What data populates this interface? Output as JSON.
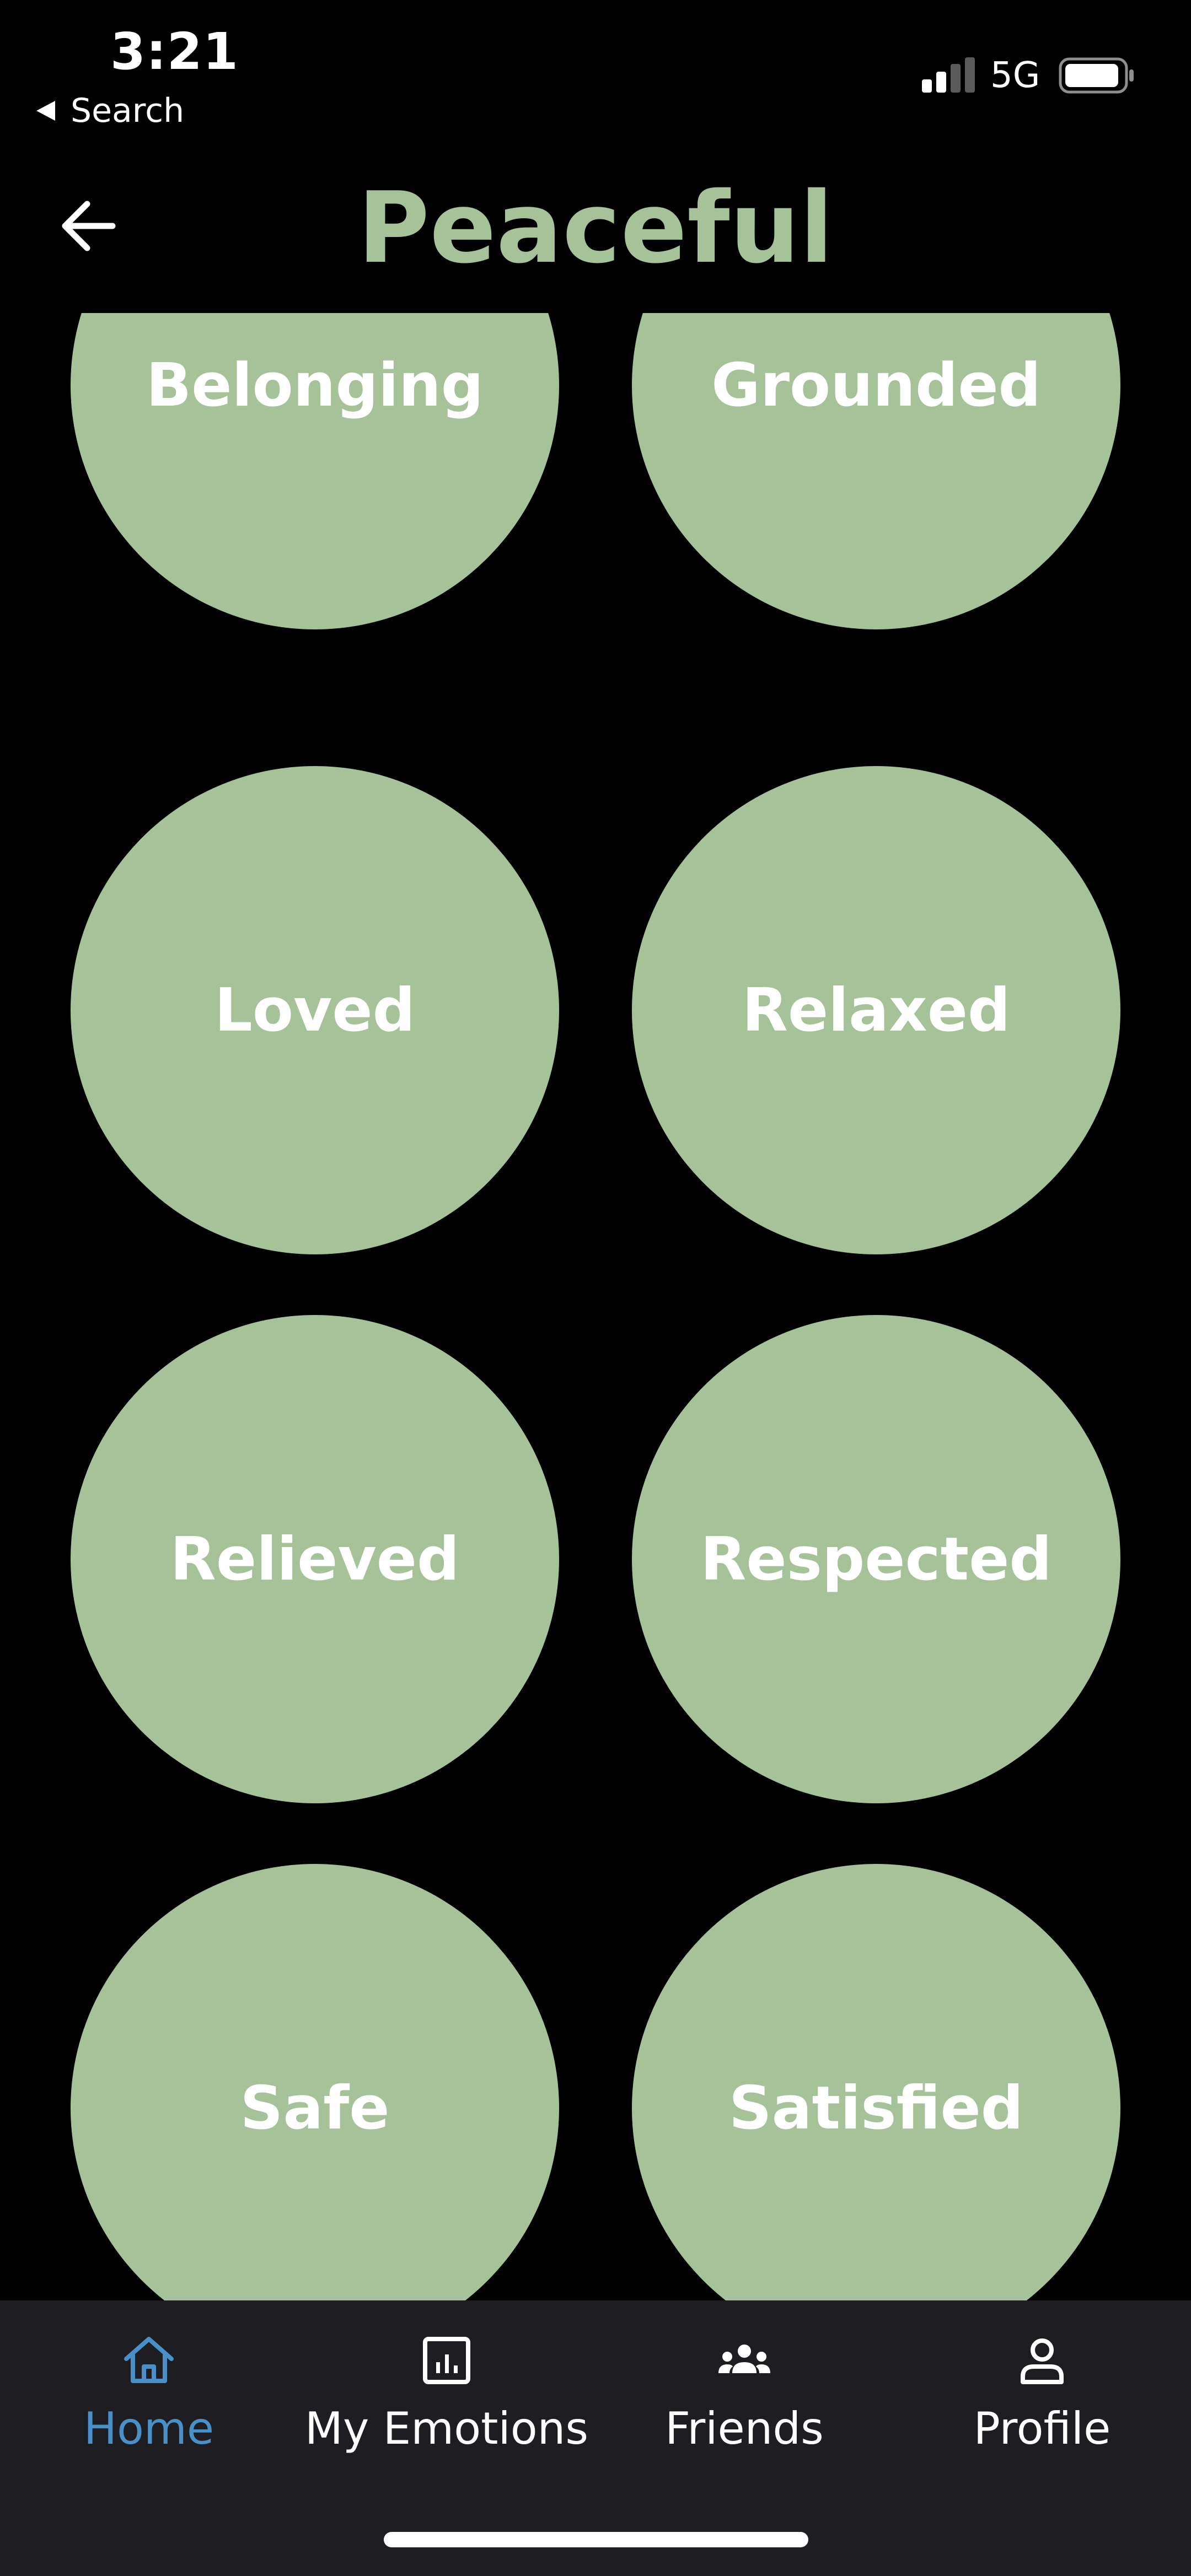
{
  "status_bar": {
    "time": "3:21",
    "back_label": "Search",
    "network": "5G"
  },
  "header": {
    "title": "Peaceful",
    "back_icon": "arrow-left-icon"
  },
  "emotions": [
    "Belonging",
    "Grounded",
    "Loved",
    "Relaxed",
    "Relieved",
    "Respected",
    "Safe",
    "Satisfied"
  ],
  "tab_bar": {
    "tabs": [
      {
        "label": "Home",
        "icon": "home-icon",
        "active": true
      },
      {
        "label": "My Emotions",
        "icon": "chart-icon",
        "active": false
      },
      {
        "label": "Friends",
        "icon": "friends-icon",
        "active": false
      },
      {
        "label": "Profile",
        "icon": "profile-icon",
        "active": false
      }
    ]
  },
  "colors": {
    "background": "#000000",
    "accent_green": "#a5c299",
    "active_tab": "#4a90c8",
    "tab_bar_bg": "#1e1e22"
  }
}
